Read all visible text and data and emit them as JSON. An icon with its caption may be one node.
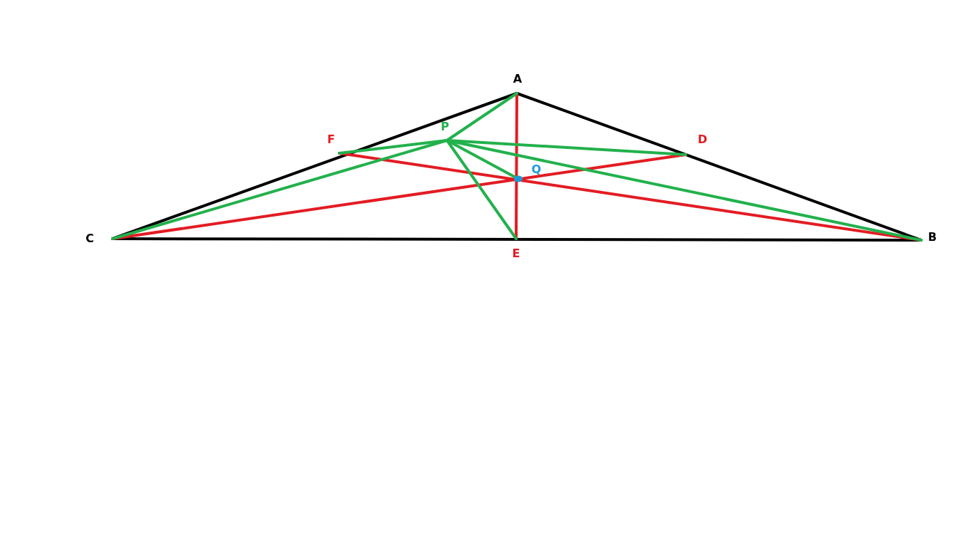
{
  "diagram": {
    "nodes": [
      {
        "text": [
          "A"
        ]
      },
      {
        "text": [
          "P"
        ]
      },
      {
        "text": [
          "F"
        ]
      },
      {
        "text": [
          "D"
        ]
      },
      {
        "text": [
          "Q"
        ]
      },
      {
        "text": [
          "C"
        ]
      },
      {
        "text": [
          "B"
        ]
      },
      {
        "text": [
          "E"
        ]
      }
    ],
    "edges": [
      {
        "from": 0,
        "to": 5,
        "arrow": "none",
        "color": "#000000"
      },
      {
        "from": 0,
        "to": 6,
        "arrow": "none",
        "color": "#000000"
      },
      {
        "from": 5,
        "to": 6,
        "arrow": "none",
        "color": "#000000"
      },
      {
        "from": 0,
        "to": 7,
        "arrow": "none",
        "color": "#e31c23"
      },
      {
        "from": 5,
        "to": 3,
        "arrow": "none",
        "color": "#e31c23"
      },
      {
        "from": 2,
        "to": 6,
        "arrow": "none",
        "color": "#e31c23"
      },
      {
        "from": 1,
        "to": 0,
        "arrow": "none"
      },
      {
        "from": 1,
        "to": 2,
        "arrow": "none"
      },
      {
        "from": 1,
        "to": 5,
        "arrow": "none"
      },
      {
        "from": 1,
        "to": 3,
        "arrow": "none"
      },
      {
        "from": 1,
        "to": 6,
        "arrow": "none"
      },
      {
        "from": 1,
        "to": 7,
        "arrow": "none"
      },
      {
        "from": 1,
        "to": 4,
        "arrow": "none"
      }
    ]
  }
}
